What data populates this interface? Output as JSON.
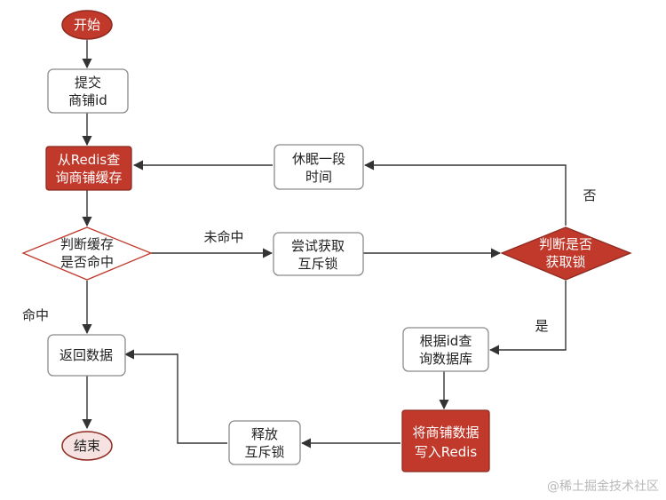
{
  "colors": {
    "accent": "#c0392b",
    "accent_border": "#8e2a20",
    "box_border": "#8b8b8b",
    "line": "#333333",
    "diamond_border": "#c0392b"
  },
  "nodes": {
    "start": "开始",
    "submit_line1": "提交",
    "submit_line2": "商铺id",
    "query_line1": "从Redis查",
    "query_line2": "询商铺缓存",
    "check_line1": "判断缓存",
    "check_line2": "是否命中",
    "return_data": "返回数据",
    "end": "结束",
    "try_lock_line1": "尝试获取",
    "try_lock_line2": "互斥锁",
    "lock_check_line1": "判断是否",
    "lock_check_line2": "获取锁",
    "sleep_line1": "休眠一段",
    "sleep_line2": "时间",
    "query_db_line1": "根据id查",
    "query_db_line2": "询数据库",
    "write_line1": "将商铺数据",
    "write_line2": "写入Redis",
    "release_line1": "释放",
    "release_line2": "互斥锁"
  },
  "edges": {
    "miss": "未命中",
    "hit": "命中",
    "no": "否",
    "yes": "是"
  },
  "watermark": "@稀土掘金技术社区"
}
